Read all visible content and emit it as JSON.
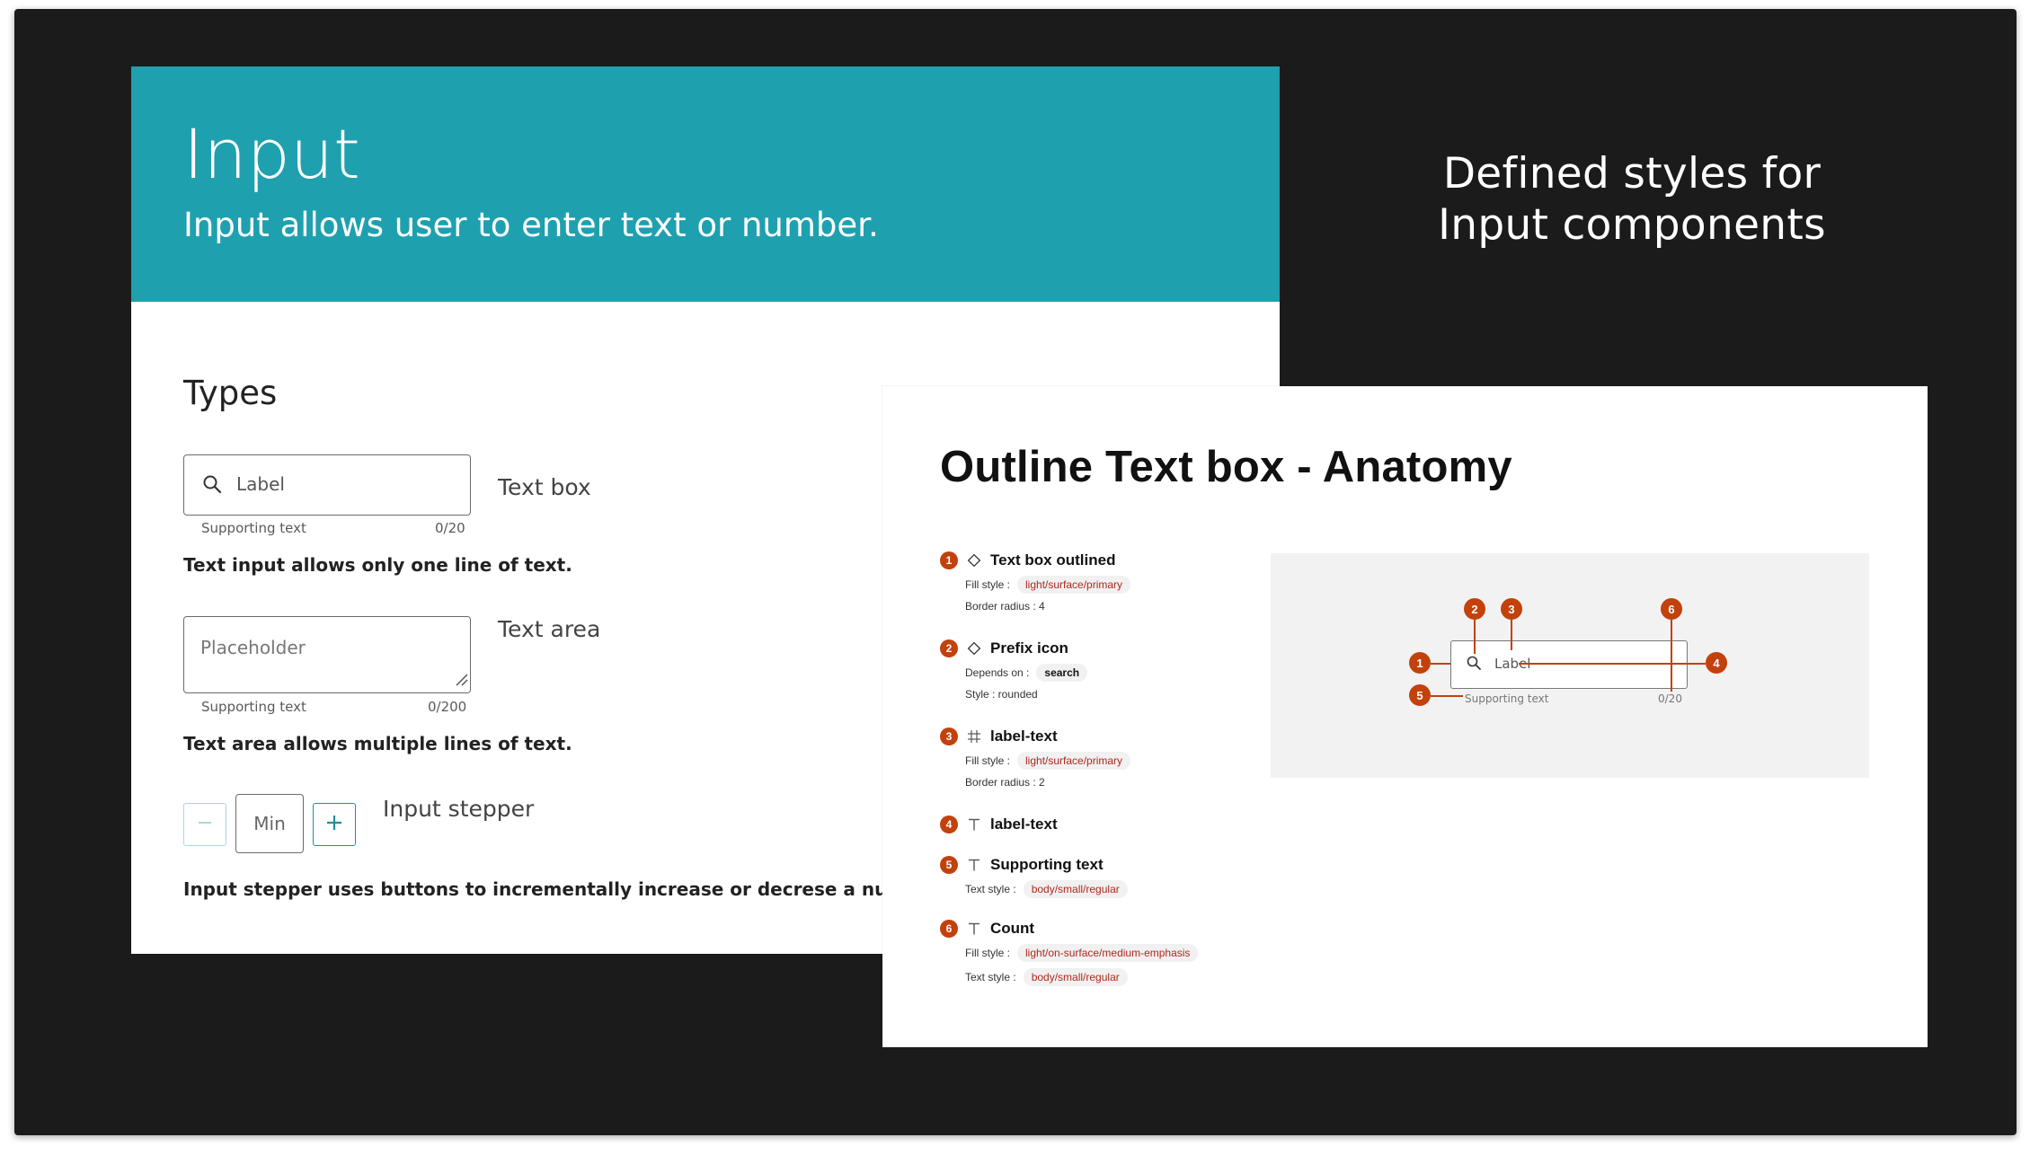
{
  "headline": {
    "line1": "Defined styles for",
    "line2": "Input components"
  },
  "banner": {
    "title": "Input",
    "subtitle": "Input allows user to enter text or number."
  },
  "types": {
    "title": "Types",
    "text_box": {
      "label": "Label",
      "supporting_text": "Supporting text",
      "count": "0/20",
      "type_name": "Text box",
      "description": "Text input allows only one line of text."
    },
    "text_area": {
      "placeholder": "Placeholder",
      "supporting_text": "Supporting text",
      "count": "0/200",
      "type_name": "Text area",
      "description": "Text area allows multiple lines of text."
    },
    "stepper": {
      "value": "Min",
      "minus": "−",
      "plus": "+",
      "type_name": "Input stepper",
      "description": "Input stepper uses buttons to incrementally increase or decrese a numeric value, it"
    }
  },
  "anatomy": {
    "title": "Outline Text box - Anatomy",
    "parts": [
      {
        "num": "1",
        "icon": "component-diamond-icon",
        "name": "Text box outlined",
        "props": [
          {
            "key": "Fill style :",
            "value": "light/surface/primary",
            "style": "token"
          },
          {
            "key": "Border radius : 4",
            "value": "",
            "style": ""
          }
        ]
      },
      {
        "num": "2",
        "icon": "component-diamond-icon",
        "name": "Prefix icon",
        "props": [
          {
            "key": "Depends on :",
            "value": "search",
            "style": "dark"
          },
          {
            "key": "Style : rounded",
            "value": "",
            "style": ""
          }
        ]
      },
      {
        "num": "3",
        "icon": "frame-icon",
        "name": "label-text",
        "props": [
          {
            "key": "Fill style :",
            "value": "light/surface/primary",
            "style": "token"
          },
          {
            "key": "Border radius : 2",
            "value": "",
            "style": ""
          }
        ]
      },
      {
        "num": "4",
        "icon": "text-icon",
        "name": "label-text",
        "props": []
      },
      {
        "num": "5",
        "icon": "text-icon",
        "name": "Supporting text",
        "props": [
          {
            "key": "Text style :",
            "value": "body/small/regular",
            "style": "token"
          }
        ]
      },
      {
        "num": "6",
        "icon": "text-icon",
        "name": "Count",
        "props": [
          {
            "key": "Fill style :",
            "value": "light/on-surface/medium-emphasis",
            "style": "token"
          },
          {
            "key": "Text style :",
            "value": "body/small/regular",
            "style": "token"
          }
        ]
      }
    ],
    "diagram": {
      "label": "Label",
      "supporting_text": "Supporting text",
      "count": "0/20",
      "markers": [
        "1",
        "2",
        "3",
        "4",
        "5",
        "6"
      ]
    }
  },
  "colors": {
    "banner": "#1fa0af",
    "accent": "#c2410c",
    "frame": "#1b1b1b"
  }
}
